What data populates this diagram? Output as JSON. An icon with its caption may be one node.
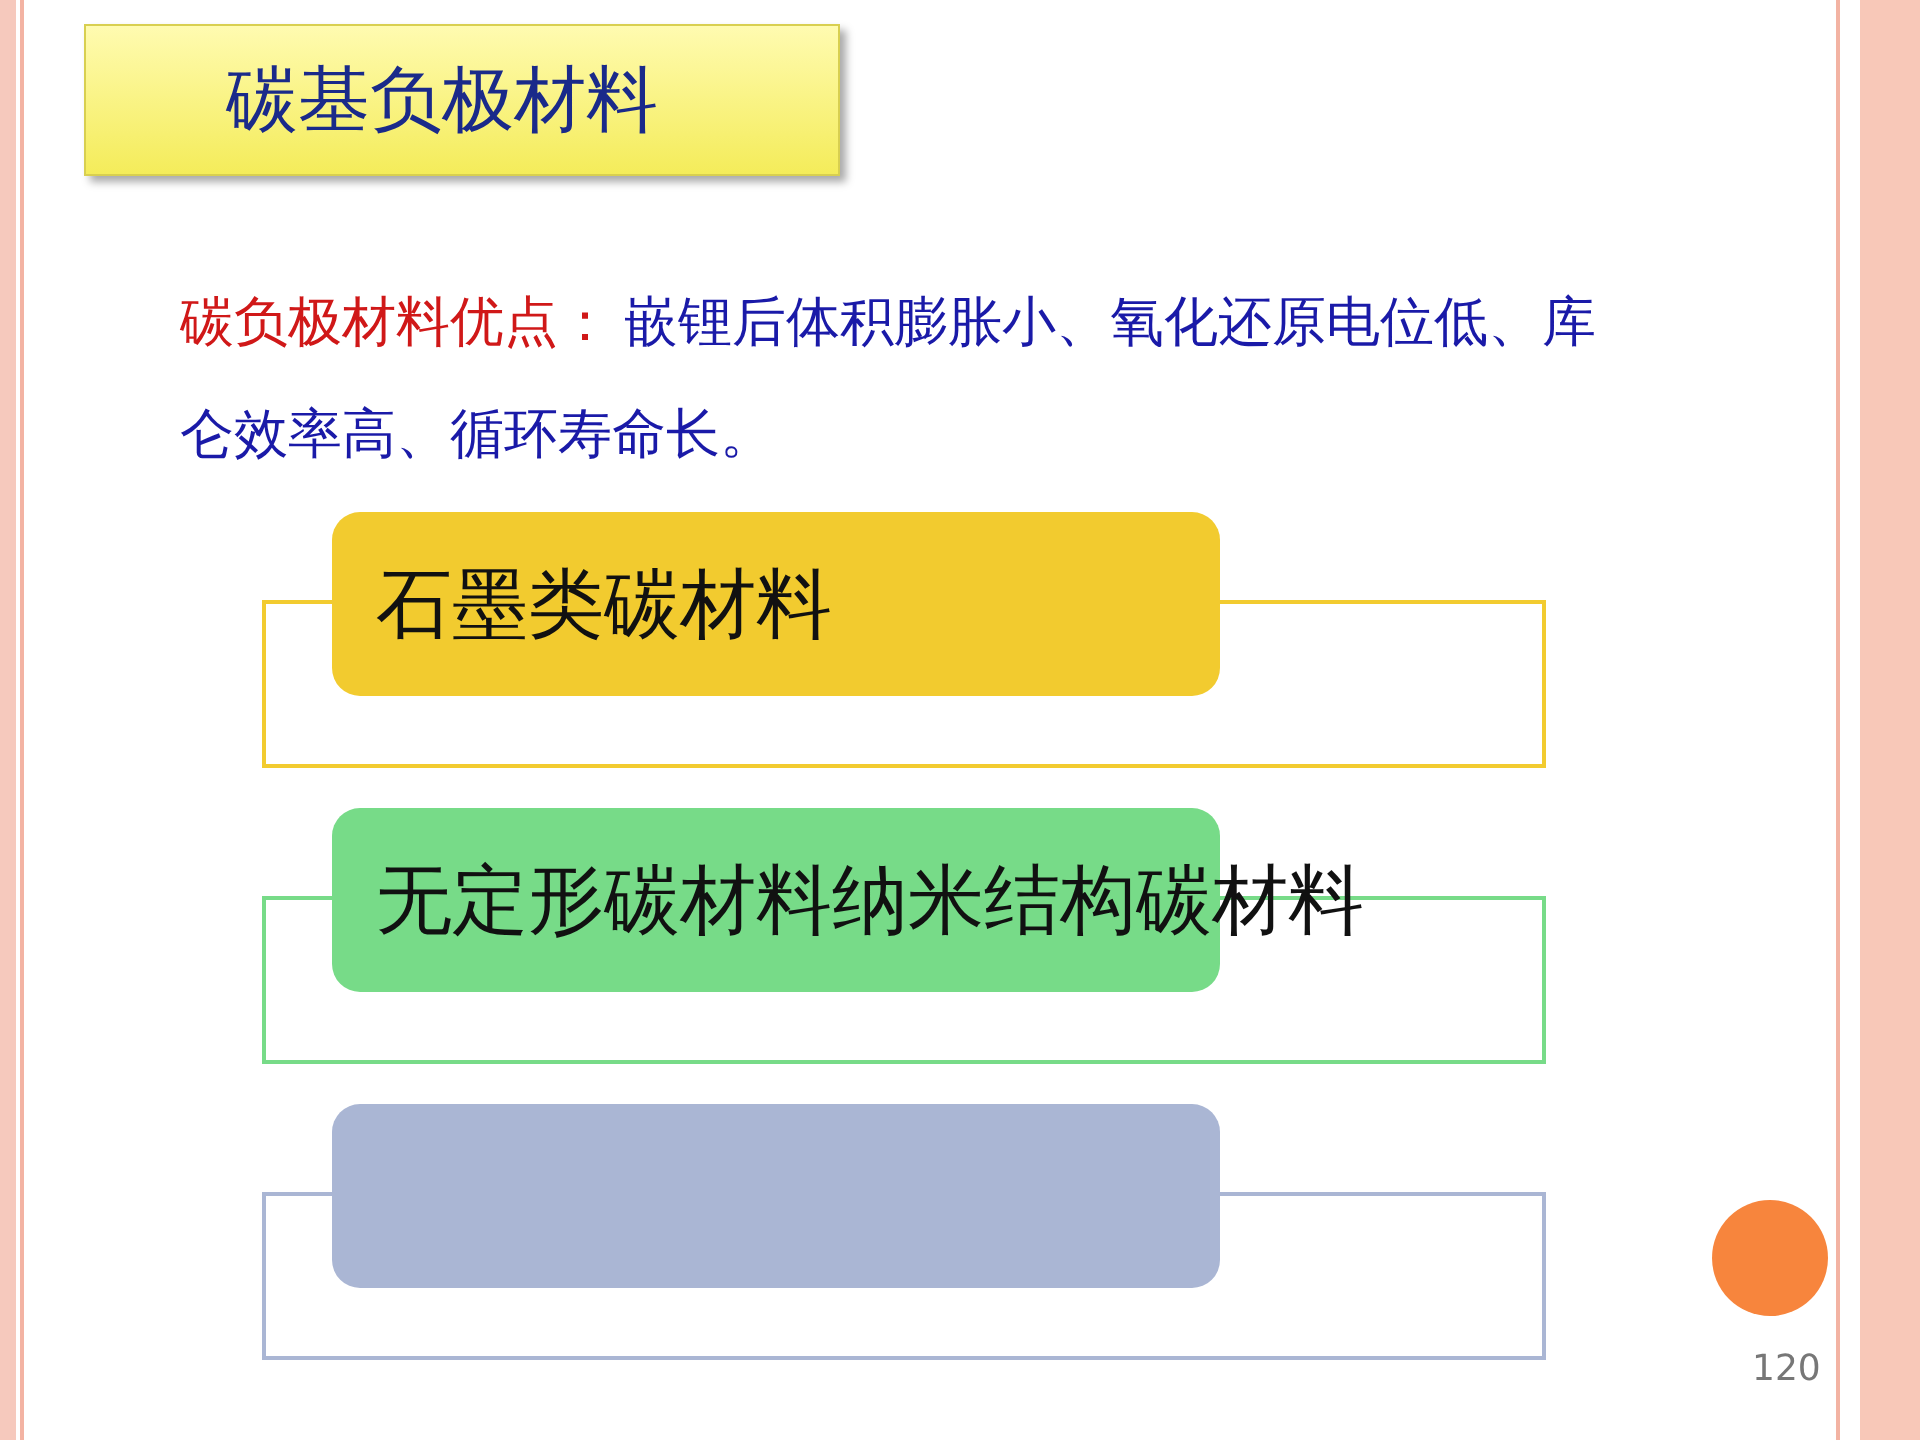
{
  "diagram": {
    "title": "碳基负极材料",
    "nodes": [
      {
        "text": [
          "石墨类碳材料"
        ]
      },
      {
        "text": [
          "无定形碳材料纳米结构碳材料"
        ]
      },
      {
        "text": [],
        "shape": "box"
      }
    ],
    "edges": [],
    "labels": [
      "碳负极材料优点：",
      "嵌锂后体积膨胀小、氧化还原电位低、库仑效率高、循环寿命长。",
      "120"
    ]
  }
}
